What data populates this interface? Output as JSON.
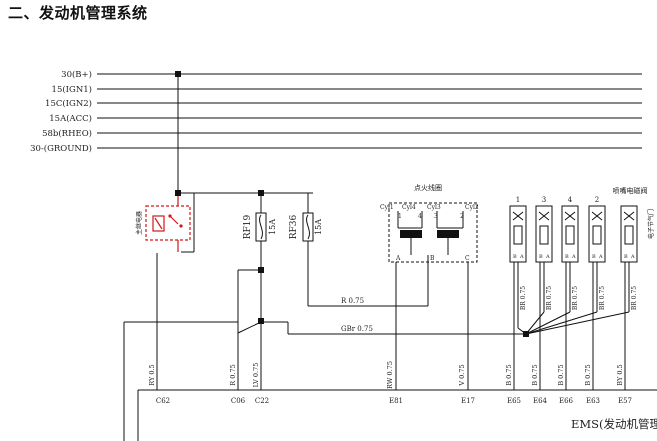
{
  "heading": "二、发动机管理系统",
  "buses": [
    "30(B+)",
    "15(IGN1)",
    "15C(IGN2)",
    "15A(ACC)",
    "58b(RHEO)",
    "30-(GROUND)"
  ],
  "relay": {
    "label": "主继电器"
  },
  "fuses": [
    {
      "name": "RF19",
      "rating": "15A"
    },
    {
      "name": "RF36",
      "rating": "15A"
    }
  ],
  "ignition_coil": {
    "title": "点火线圈",
    "terminals_top": [
      "Cyl1",
      "Cyl4",
      "Cyl3",
      "Cyl2"
    ],
    "pins": [
      "1",
      "4",
      "3",
      "2"
    ],
    "pins_bottom": [
      "A",
      "B",
      "C"
    ]
  },
  "injectors": {
    "title": "喷嘴电磁阀",
    "numbers": [
      "1",
      "3",
      "4",
      "2"
    ],
    "pin_labels": [
      "B",
      "A"
    ]
  },
  "wires": {
    "r_075": "R 0.75",
    "gbr_075": "GBr 0.75",
    "verticals": [
      "RY 0.5",
      "R 0.75",
      "LV 0.75",
      "RW 0.75",
      "V 0.75",
      "B 0.75",
      "B 0.75",
      "B 0.75",
      "B 0.75",
      "BY 0.5"
    ],
    "injector_colors": [
      "BR 0.75",
      "BR 0.75",
      "BR 0.75",
      "BR 0.75",
      "BR 0.75"
    ]
  },
  "ems": {
    "label": "EMS(发动机管理系",
    "pins": [
      "C62",
      "C06",
      "C22",
      "E81",
      "E17",
      "E65",
      "E64",
      "E66",
      "E63",
      "E57"
    ]
  },
  "side_note": "电子节气门"
}
